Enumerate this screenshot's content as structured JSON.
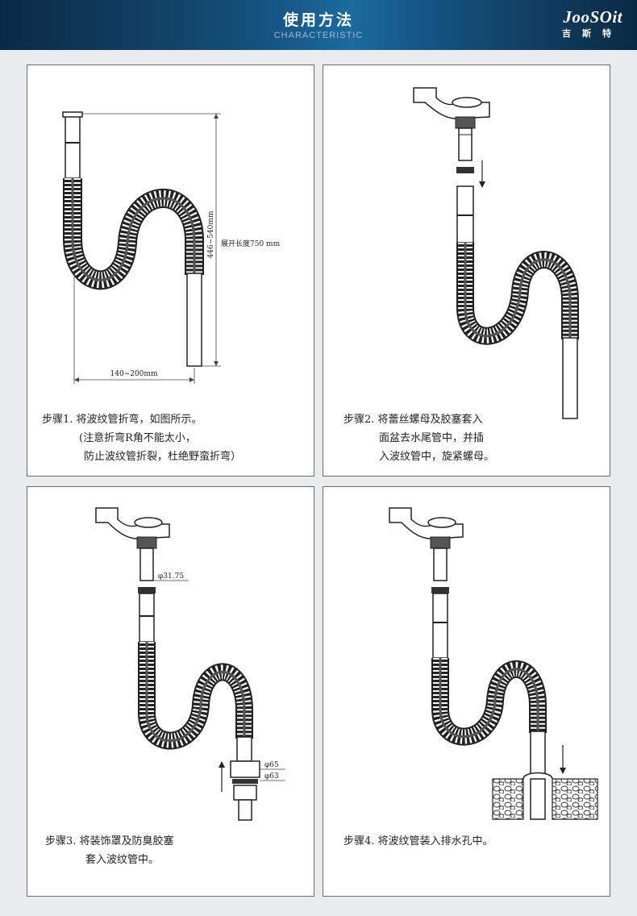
{
  "header": {
    "title": "使用方法",
    "subtitle": "CHARACTERISTIC",
    "brand_name": "JooSOit",
    "brand_cn": "吉斯特",
    "colors": {
      "header_dark": "#0a2a44",
      "header_light": "#1b6aa0",
      "page_bg": "#e9ebed"
    }
  },
  "steps": [
    {
      "caption_lines": [
        "步骤1. 将波纹管折弯，如图所示。",
        "(注意折弯R角不能太小，",
        "防止波纹管折裂，杜绝野蛮折弯）"
      ],
      "labels": {
        "height_range": "446~540mm",
        "length": "展开长度750 mm",
        "width_range": "140~200mm"
      }
    },
    {
      "caption_lines": [
        "步骤2. 将蕾丝螺母及胶塞套入",
        "面盆去水尾管中，并插",
        "入波纹管中，旋紧螺母。"
      ]
    },
    {
      "caption_lines": [
        "步骤3. 将装饰罩及防臭胶塞",
        "套入波纹管中。"
      ],
      "labels": {
        "pipe_dia": "φ31.75",
        "outer_dia": "φ65",
        "inner_dia": "φ63"
      }
    },
    {
      "caption_lines": [
        "步骤4. 将波纹管装入排水孔中。"
      ]
    }
  ]
}
